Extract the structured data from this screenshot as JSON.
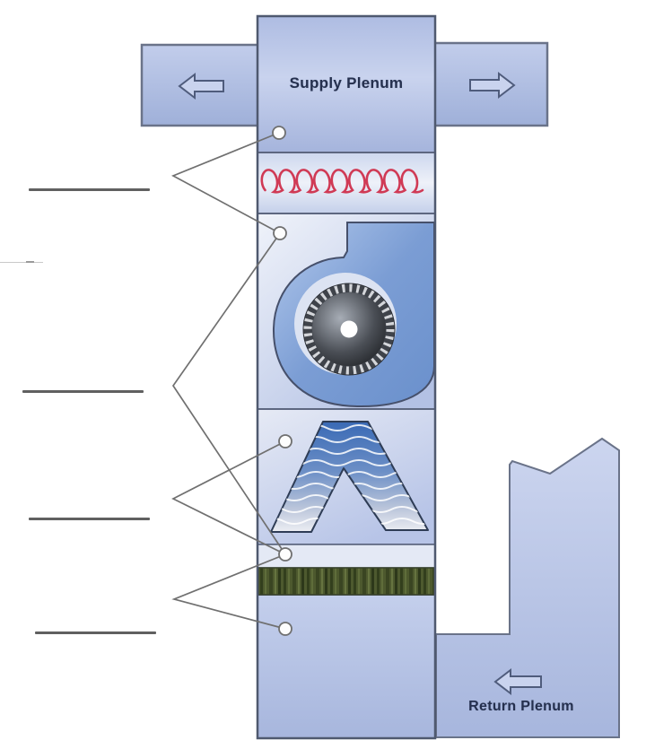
{
  "diagram": {
    "supply_plenum_label": "Supply Plenum",
    "return_plenum_label": "Return Plenum",
    "blanks": [
      {
        "value": ""
      },
      {
        "value": ""
      },
      {
        "value": ""
      },
      {
        "value": ""
      }
    ],
    "icons": {
      "supply_left_arrow": "arrow-left",
      "supply_right_arrow": "arrow-right",
      "return_arrow": "arrow-left"
    }
  },
  "colors": {
    "label_navy": "#25304e",
    "duct_border": "#5d6780",
    "duct_blue": "#aebce2",
    "coil_red": "#d03a55",
    "scroll_blue": "#7b9dd4",
    "acoil_blue": "#3a6ab5",
    "filter_olive": "#4d592e",
    "leader_gray": "#707070",
    "blank_gray": "#606060"
  }
}
